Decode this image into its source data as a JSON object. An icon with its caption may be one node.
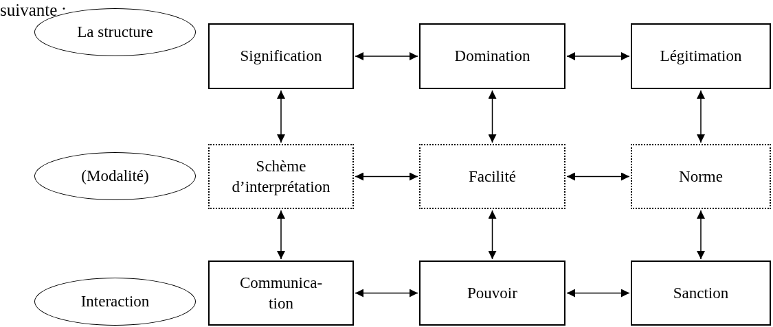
{
  "diagram": {
    "nodes": [
      {
        "text": [
          "La structure"
        ]
      },
      {
        "text": [
          "Signification"
        ]
      },
      {
        "text": [
          "Domination"
        ]
      },
      {
        "text": [
          "Légitimation"
        ]
      },
      {
        "text": [
          "(Modalité)"
        ]
      },
      {
        "text": [
          "Schème d’interprétation"
        ]
      },
      {
        "text": [
          "Facilité"
        ]
      },
      {
        "text": [
          "Norme"
        ]
      },
      {
        "text": [
          "Interaction"
        ]
      },
      {
        "text": [
          "Communica- tion"
        ]
      },
      {
        "text": [
          "Pouvoir"
        ]
      },
      {
        "text": [
          "Sanction"
        ]
      }
    ],
    "edges": [
      {
        "from": 1,
        "to": 2,
        "arrow": "both"
      },
      {
        "from": 2,
        "to": 3,
        "arrow": "both"
      },
      {
        "from": 1,
        "to": 5,
        "arrow": "both"
      },
      {
        "from": 2,
        "to": 6,
        "arrow": "both"
      },
      {
        "from": 3,
        "to": 7,
        "arrow": "both"
      },
      {
        "from": 5,
        "to": 6,
        "arrow": "both"
      },
      {
        "from": 6,
        "to": 7,
        "arrow": "both"
      },
      {
        "from": 5,
        "to": 9,
        "arrow": "both"
      },
      {
        "from": 6,
        "to": 10,
        "arrow": "both"
      },
      {
        "from": 7,
        "to": 11,
        "arrow": "both"
      },
      {
        "from": 9,
        "to": 10,
        "arrow": "both"
      },
      {
        "from": 10,
        "to": 11,
        "arrow": "both"
      }
    ],
    "labels": [
      "suivante :"
    ]
  }
}
